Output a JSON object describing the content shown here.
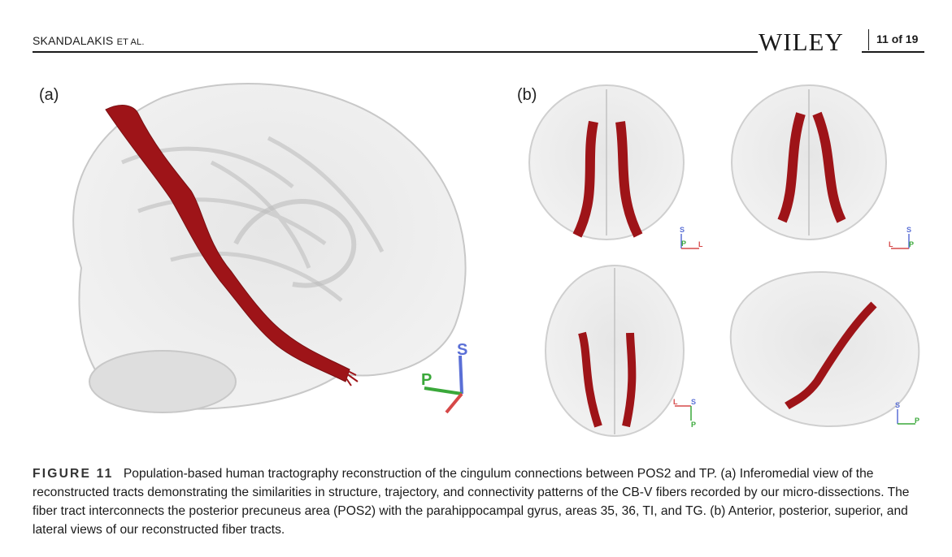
{
  "header": {
    "author_main": "SKANDALAKIS",
    "author_suffix": "ET AL.",
    "logo": "WILEY",
    "page": "11 of 19"
  },
  "figure": {
    "panel_a_label": "(a)",
    "panel_b_label": "(b)",
    "axis_large": {
      "s": "S",
      "p": "P"
    },
    "axis_small": [
      "S",
      "P",
      "L",
      "S",
      "L",
      "P",
      "L",
      "S",
      "P",
      "S",
      "P"
    ]
  },
  "caption": {
    "label": "FIGURE 11",
    "text": "Population-based human tractography reconstruction of the cingulum connections between POS2 and TP. (a) Inferomedial view of the reconstructed tracts demonstrating the similarities in structure, trajectory, and connectivity patterns of the CB-V fibers recorded by our micro-dissections. The fiber tract interconnects the posterior precuneus area (POS2) with the parahippocampal gyrus, areas 35, 36, TI, and TG. (b) Anterior, posterior, superior, and lateral views of our reconstructed fiber tracts."
  },
  "colors": {
    "tract": "#9e1418",
    "brain": "#d8d8d8",
    "axis_s": "#5a6fd6",
    "axis_p": "#3aa83a",
    "axis_l": "#d64848"
  }
}
